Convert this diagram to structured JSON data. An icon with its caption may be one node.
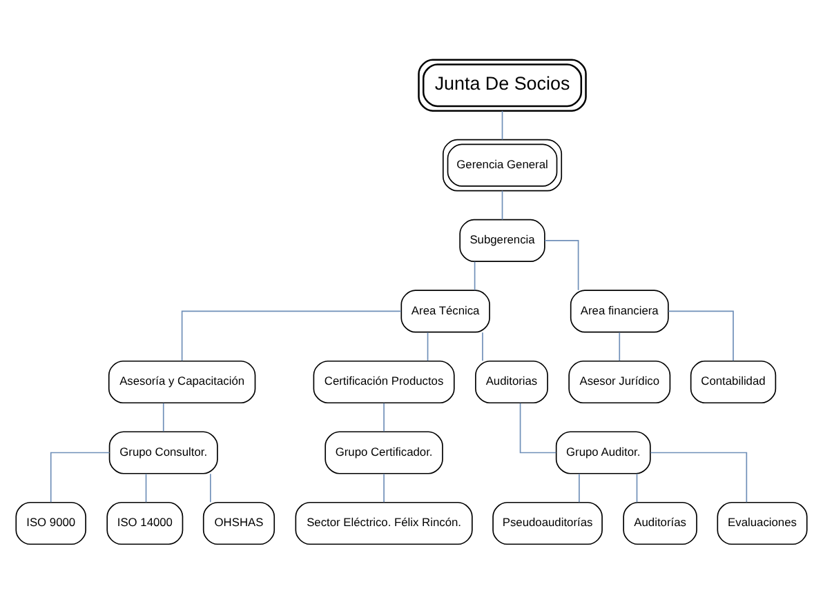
{
  "diagram": {
    "nodes": [
      {
        "text": [
          "Junta De Socios"
        ]
      },
      {
        "text": [
          "Gerencia General"
        ]
      },
      {
        "text": [
          "Subgerencia"
        ]
      },
      {
        "text": [
          "Area Técnica"
        ]
      },
      {
        "text": [
          "Area financiera"
        ]
      },
      {
        "text": [
          "Asesoría y Capacitación"
        ]
      },
      {
        "text": [
          "Certificación Productos"
        ]
      },
      {
        "text": [
          "Auditorias"
        ]
      },
      {
        "text": [
          "Asesor Jurídico"
        ]
      },
      {
        "text": [
          "Contabilidad"
        ]
      },
      {
        "text": [
          "Grupo Consultor."
        ]
      },
      {
        "text": [
          "Grupo Certificador."
        ]
      },
      {
        "text": [
          "Grupo Auditor."
        ]
      },
      {
        "text": [
          "ISO 9000"
        ]
      },
      {
        "text": [
          "ISO 14000"
        ]
      },
      {
        "text": [
          "OHSHAS"
        ]
      },
      {
        "text": [
          "Sector Eléctrico. Félix Rincón."
        ]
      },
      {
        "text": [
          "Pseudoauditorías"
        ]
      },
      {
        "text": [
          "Auditorías"
        ]
      },
      {
        "text": [
          "Evaluaciones"
        ]
      }
    ],
    "edges": [
      {
        "from": 0,
        "to": 1,
        "arrow": "none"
      },
      {
        "from": 1,
        "to": 2,
        "arrow": "none"
      },
      {
        "from": 2,
        "to": 3,
        "arrow": "none"
      },
      {
        "from": 2,
        "to": 4,
        "arrow": "none"
      },
      {
        "from": 3,
        "to": 5,
        "arrow": "none"
      },
      {
        "from": 3,
        "to": 6,
        "arrow": "none"
      },
      {
        "from": 3,
        "to": 7,
        "arrow": "none"
      },
      {
        "from": 4,
        "to": 8,
        "arrow": "none"
      },
      {
        "from": 4,
        "to": 9,
        "arrow": "none"
      },
      {
        "from": 5,
        "to": 10,
        "arrow": "none"
      },
      {
        "from": 6,
        "to": 11,
        "arrow": "none"
      },
      {
        "from": 7,
        "to": 12,
        "arrow": "none"
      },
      {
        "from": 10,
        "to": 13,
        "arrow": "none"
      },
      {
        "from": 10,
        "to": 14,
        "arrow": "none"
      },
      {
        "from": 10,
        "to": 15,
        "arrow": "none"
      },
      {
        "from": 11,
        "to": 16,
        "arrow": "none"
      },
      {
        "from": 12,
        "to": 17,
        "arrow": "none"
      },
      {
        "from": 12,
        "to": 18,
        "arrow": "none"
      },
      {
        "from": 12,
        "to": 19,
        "arrow": "none"
      }
    ]
  }
}
